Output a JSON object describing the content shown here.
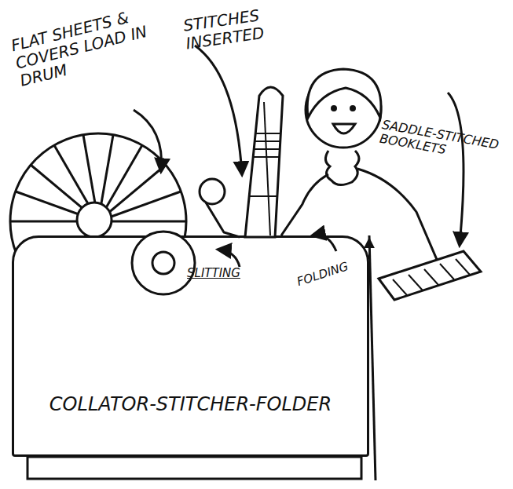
{
  "diagram": {
    "nodes": [
      {
        "text": [
          "COLLATOR-STITCHER-FOLDER"
        ]
      }
    ],
    "labels": [
      "FLAT SHEETS & COVERS LOAD IN DRUM",
      "STITCHES INSERTED",
      "SADDLE-STITCHED BOOKLETS",
      "SLITTING",
      "FOLDING"
    ]
  }
}
